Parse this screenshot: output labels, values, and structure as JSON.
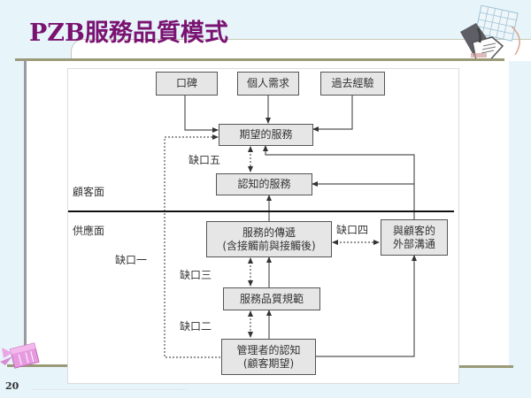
{
  "slide": {
    "title": "PZB服務品質模式",
    "page_number": "20"
  },
  "diagram": {
    "boxes": {
      "word_of_mouth": "口碑",
      "personal_needs": "個人需求",
      "past_experience": "過去經驗",
      "expected_service": "期望的服務",
      "perceived_service": "認知的服務",
      "service_delivery_line1": "服務的傳遞",
      "service_delivery_line2": "(含接觸前與接觸後)",
      "external_comm_line1": "與顧客的",
      "external_comm_line2": "外部溝通",
      "service_quality_specs": "服務品質規範",
      "management_perception_line1": "管理者的認知",
      "management_perception_line2": "(顧客期望)"
    },
    "side_labels": {
      "customer_side": "顧客面",
      "provider_side": "供應面"
    },
    "gaps": {
      "gap1": "缺口一",
      "gap2": "缺口二",
      "gap3": "缺口三",
      "gap4": "缺口四",
      "gap5": "缺口五"
    }
  },
  "decorations": {
    "top_right": "phone-calendar-icon",
    "bottom_left": "gift-box-icon"
  }
}
